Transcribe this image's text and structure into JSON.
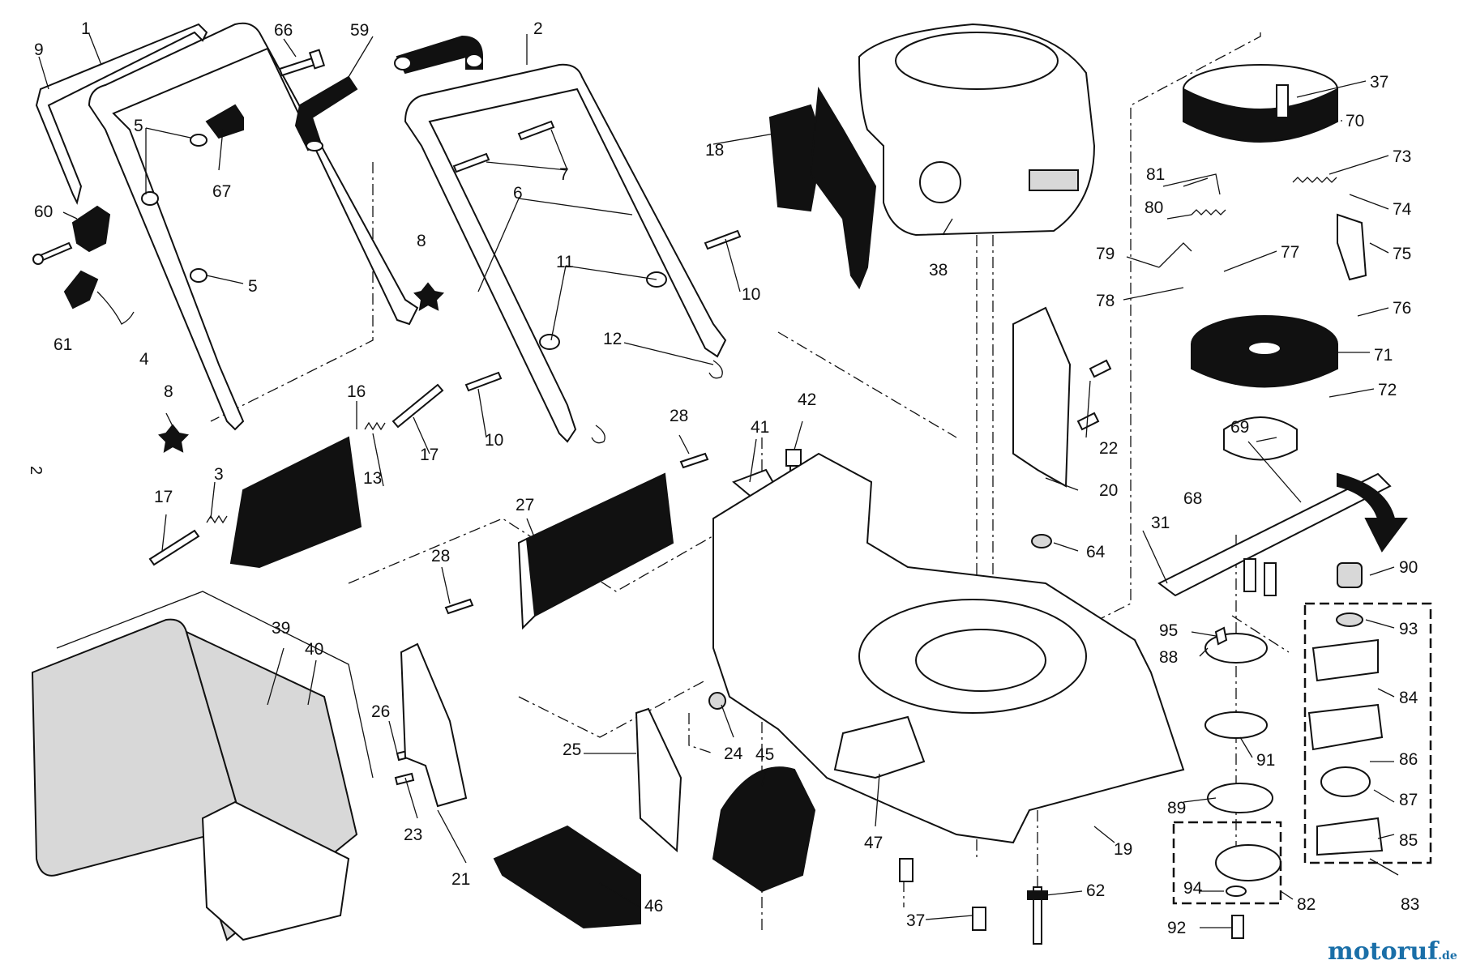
{
  "edge_label": "2",
  "watermark": {
    "brand": "motoruf",
    "suffix": ".de",
    "color_brand": "#1a6fa8",
    "color_accent": "#7ab51d"
  },
  "colors": {
    "ink": "#111111",
    "paper": "#ffffff"
  },
  "callouts": [
    "9",
    "1",
    "66",
    "59",
    "2",
    "5",
    "67",
    "60",
    "61",
    "4",
    "5",
    "8",
    "7",
    "6",
    "18",
    "38",
    "37",
    "70",
    "73",
    "81",
    "80",
    "74",
    "79",
    "77",
    "75",
    "78",
    "76",
    "71",
    "72",
    "11",
    "10",
    "12",
    "16",
    "13",
    "17",
    "10",
    "8",
    "17",
    "3",
    "28",
    "27",
    "41",
    "42",
    "22",
    "20",
    "69",
    "68",
    "31",
    "90",
    "64",
    "28",
    "39",
    "40",
    "95",
    "88",
    "93",
    "84",
    "91",
    "26",
    "23",
    "21",
    "25",
    "24",
    "45",
    "47",
    "19",
    "86",
    "89",
    "87",
    "85",
    "94",
    "82",
    "83",
    "46",
    "37",
    "62",
    "92"
  ]
}
